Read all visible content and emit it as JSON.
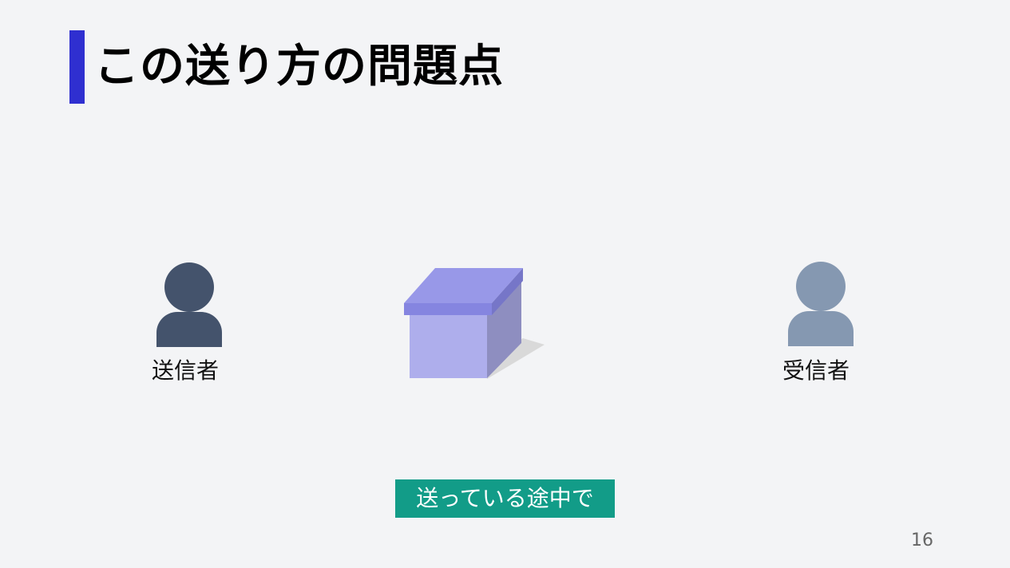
{
  "slide": {
    "title": "この送り方の問題点",
    "accent_color": "#2f2fd0",
    "sender": {
      "label": "送信者",
      "icon": "person-icon",
      "color": "#44536c"
    },
    "package": {
      "icon": "box-icon",
      "top_color": "#9898e8",
      "front_color": "#aeaeec",
      "side_color": "#8e8ec0"
    },
    "receiver": {
      "label": "受信者",
      "icon": "person-icon",
      "color": "#8598b1"
    },
    "caption": {
      "text": "送っている途中で",
      "background": "#129c88"
    },
    "page_number": "16"
  }
}
